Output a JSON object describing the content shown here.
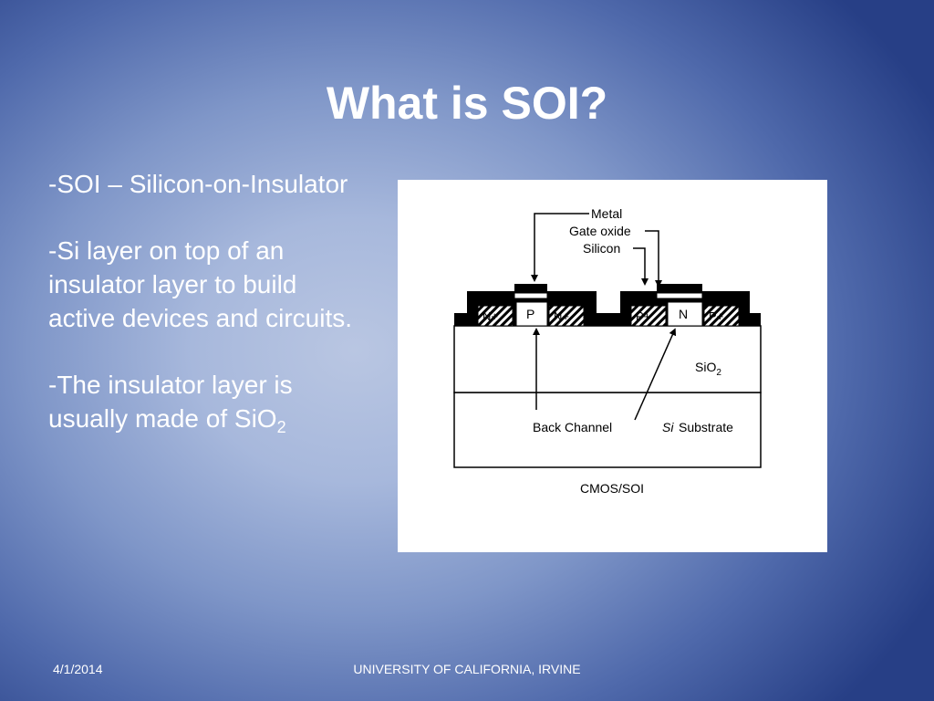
{
  "slide": {
    "title": "What is SOI?",
    "bullets": {
      "b1_text": "-SOI – Silicon-on-Insulator",
      "b2_text": "-Si layer on top of an insulator layer to build active devices and circuits.",
      "b3_text": "-The insulator layer is usually made of SiO",
      "b3_sub": "2"
    }
  },
  "diagram": {
    "label_metal": "Metal",
    "label_gate_oxide": "Gate oxide",
    "label_silicon": "Silicon",
    "label_nplus_left": "N+",
    "label_p": "P",
    "label_nplus_right": "N+",
    "label_pplus_left": "P+",
    "label_n": "N",
    "label_pplus_right": "P+",
    "label_sio": "SiO",
    "label_sio_sub": "2",
    "label_back_channel": "Back Channel",
    "label_si": "Si",
    "label_substrate": "Substrate",
    "caption": "CMOS/SOI"
  },
  "footer": {
    "date": "4/1/2014",
    "organization": "UNIVERSITY OF CALIFORNIA, IRVINE"
  }
}
